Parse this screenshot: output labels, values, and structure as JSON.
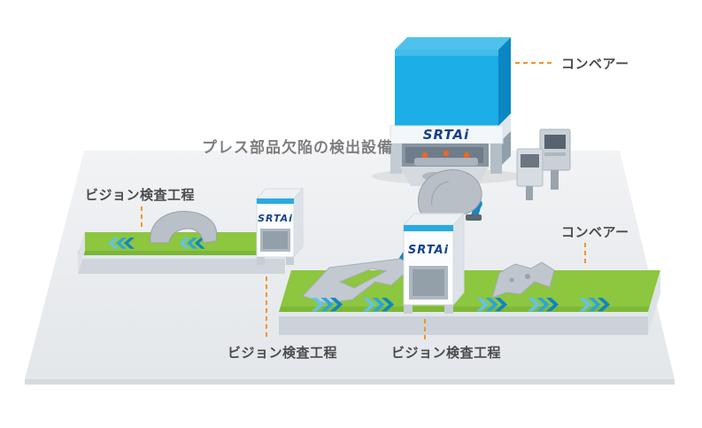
{
  "labels": {
    "conveyor_top": "コンベアー",
    "press_title": "プレス部品欠陥の検出設備",
    "vision_left": "ビジョン検査工程",
    "conveyor_right": "コンベアー",
    "vision_bottom_left": "ビジョン検査工程",
    "vision_bottom_center": "ビジョン検査工程"
  },
  "brand": {
    "press_machine": "SRTAi",
    "station_left": "SRTAi",
    "station_center": "SRTAi"
  },
  "icons": {
    "left_conveyor_direction": "chevrons-left-icon",
    "front_conveyor_direction": "chevrons-right-icon"
  },
  "colors": {
    "machine_blue": "#1caee6",
    "machine_blue_dark": "#0d86c4",
    "conveyor_green": "#8dc63f",
    "conveyor_gray": "#ccd2d9",
    "floor_gray": "#e9ecef",
    "leader_orange": "#f7941d",
    "label_text": "#4b4b4b",
    "brand_navy": "#16418c",
    "chevron_blue": "#29abe2"
  }
}
